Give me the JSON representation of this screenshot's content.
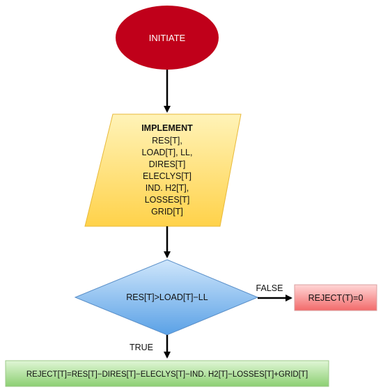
{
  "flowchart": {
    "start": {
      "label": "INITIATE"
    },
    "input": {
      "title": "IMPLEMENT",
      "lines": [
        "RES[T],",
        "LOAD[T], LL,",
        "DIRES[T]",
        "ELECLYS[T]",
        "IND. H2[T],",
        "LOSSES[T]",
        "GRID[T]"
      ]
    },
    "decision": {
      "label": "RES[T]>LOAD[T]−LL"
    },
    "false_branch": {
      "edge_label": "FALSE",
      "label": "REJECT(T)=0"
    },
    "true_branch": {
      "edge_label": "TRUE",
      "label": "REJECT[T]=RES[T]−DIRES[T]−ELECLYS[T]−IND. H2[T]−LOSSES[T]+GRID[T]"
    }
  },
  "colors": {
    "start_fill": "#c0001a",
    "input_fill_top": "#fff3b8",
    "input_fill_bottom": "#ffd24a",
    "decision_fill_top": "#cfe6fb",
    "decision_fill_bottom": "#5aa1e6",
    "false_fill_top": "#ffd6d6",
    "false_fill_bottom": "#f26a6a",
    "true_fill_top": "#e0f6d6",
    "true_fill_bottom": "#8ccf72"
  }
}
